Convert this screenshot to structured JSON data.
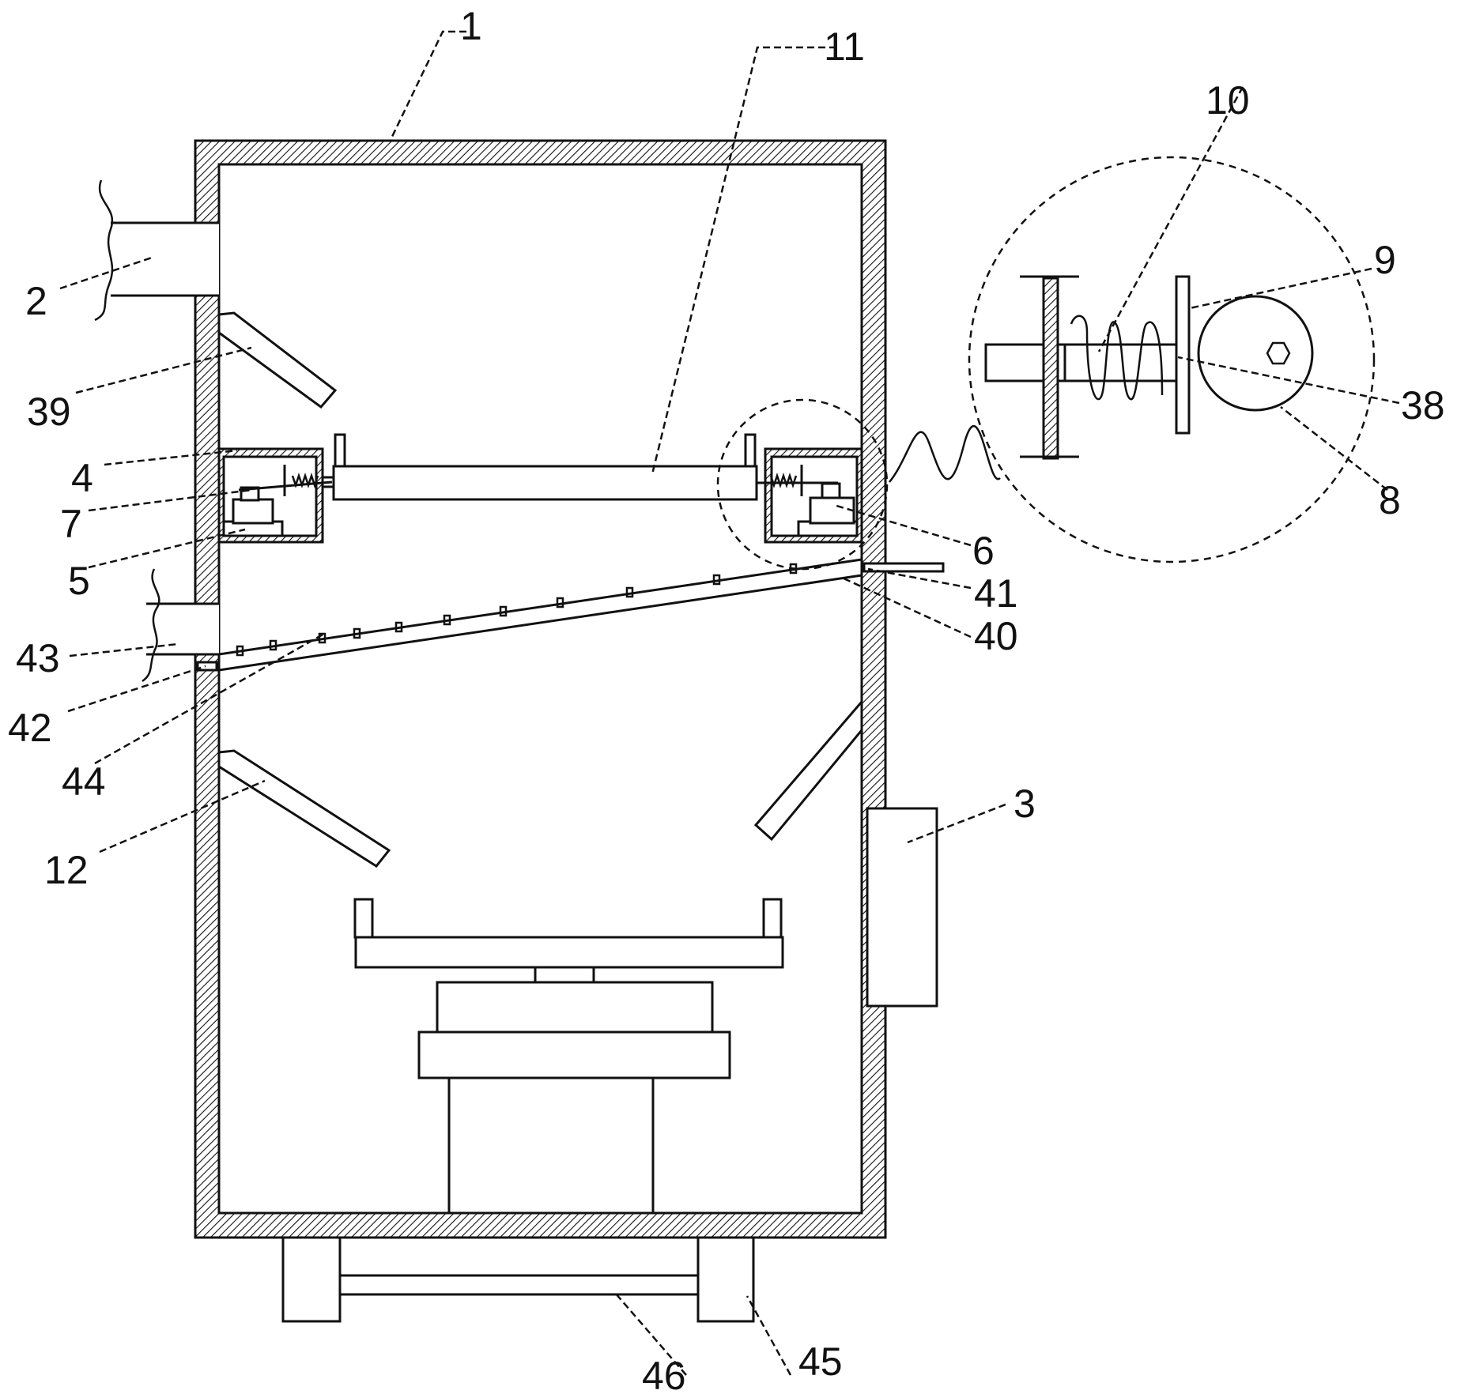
{
  "labels": {
    "l1": "1",
    "l2": "2",
    "l3": "3",
    "l4": "4",
    "l5": "5",
    "l6": "6",
    "l7": "7",
    "l8": "8",
    "l9": "9",
    "l10": "10",
    "l11": "11",
    "l12": "12",
    "l38": "38",
    "l39": "39",
    "l40": "40",
    "l41": "41",
    "l42": "42",
    "l43": "43",
    "l44": "44",
    "l45": "45",
    "l46": "46"
  }
}
